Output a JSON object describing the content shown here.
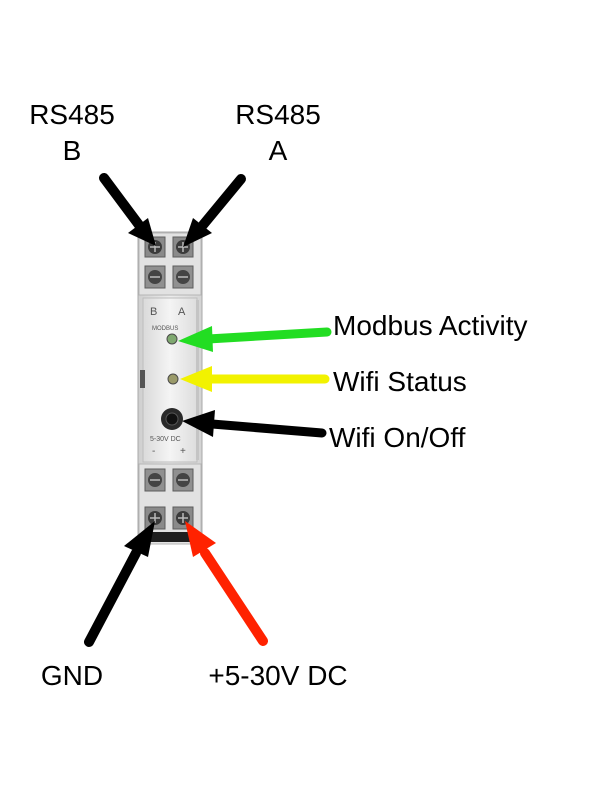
{
  "labels": {
    "rs485_b_line1": "RS485",
    "rs485_b_line2": "B",
    "rs485_a_line1": "RS485",
    "rs485_a_line2": "A",
    "modbus_activity": "Modbus Activity",
    "wifi_status": "Wifi Status",
    "wifi_onoff": "Wifi On/Off",
    "gnd": "GND",
    "power": "+5-30V DC"
  },
  "device": {
    "terminal_b": "B",
    "terminal_a": "A",
    "modbus_text": "MODBUS",
    "voltage_text": "5-30V DC",
    "minus": "-",
    "plus": "+"
  },
  "colors": {
    "modbus_arrow": "#22dd22",
    "wifi_status_arrow": "#f2f200",
    "wifi_onoff_arrow": "#000000",
    "gnd_arrow": "#000000",
    "power_arrow": "#ff2200",
    "rs485_arrows": "#000000",
    "modbus_led": "#7fa870",
    "wifi_led": "#9a9a6a"
  },
  "icons": {
    "connections": "arrow",
    "terminals": "screw-terminal",
    "status_leds": "led",
    "wifi_button": "push-button"
  }
}
